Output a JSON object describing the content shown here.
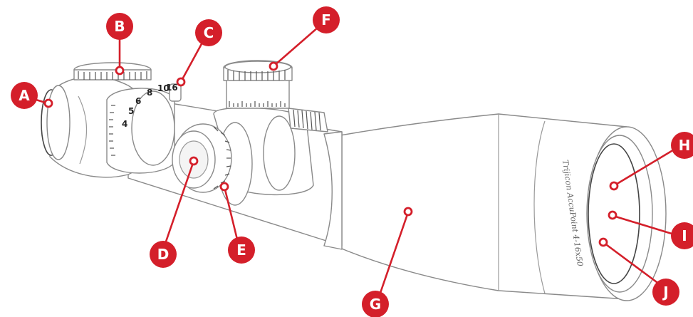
{
  "diagram": {
    "brand_text": "Trijicon AccuPoint 4-16x50",
    "dial_numbers": [
      "4",
      "5",
      "6",
      "8",
      "10",
      "16"
    ],
    "accent_color": "#d41f2a",
    "callouts": [
      {
        "id": "a",
        "letter": "A"
      },
      {
        "id": "b",
        "letter": "B"
      },
      {
        "id": "c",
        "letter": "C"
      },
      {
        "id": "d",
        "letter": "D"
      },
      {
        "id": "e",
        "letter": "E"
      },
      {
        "id": "f",
        "letter": "F"
      },
      {
        "id": "g",
        "letter": "G"
      },
      {
        "id": "h",
        "letter": "H"
      },
      {
        "id": "i",
        "letter": "I"
      },
      {
        "id": "j",
        "letter": "J"
      }
    ]
  }
}
